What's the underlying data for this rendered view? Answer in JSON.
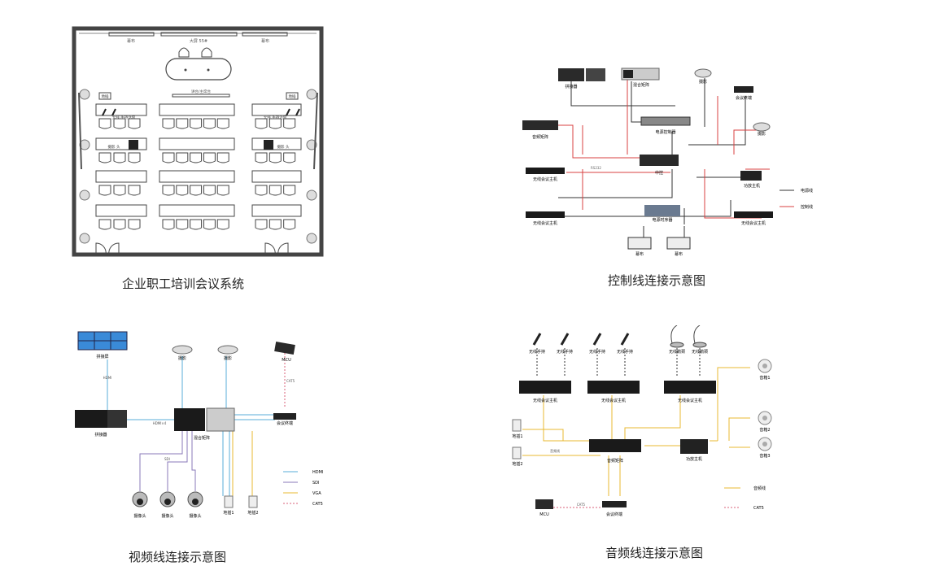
{
  "captions": {
    "floor_plan": "企业职工培训会议系统",
    "control": "控制线连接示意图",
    "video": "视频线连接示意图",
    "audio": "音频线连接示意图"
  },
  "floor_plan": {
    "curtain_left": "幕布",
    "curtain_right": "幕布",
    "big_screen": "大屏 55#",
    "podium": "讲台/主席台",
    "floor_box_left": "地插",
    "floor_box_right": "地插",
    "mic_left": "无线 手持话筒",
    "mic_right": "无线 手持话筒",
    "camera_left": "摄影 头",
    "camera_right": "摄影 头"
  },
  "control": {
    "splicer": "拼接器",
    "mixing_matrix": "混合矩阵",
    "camera_top": "摄影",
    "conference_terminal": "会议终端",
    "power_sequencer": "电源控制器",
    "audio_matrix": "音频矩阵",
    "camera_right": "摄影",
    "central_control": "中控",
    "wireless_host_a": "无线会议主机",
    "amplifier": "功放主机",
    "power_box": "电源时序器",
    "wireless_host_b": "无线会议主机",
    "wireless_host_c": "无线会议主机",
    "screen_left": "幕布",
    "screen_right": "幕布",
    "legend_power": "电源线",
    "legend_control": "控制线",
    "small_label": "RS232"
  },
  "video": {
    "video_wall": "拼接屏",
    "camera_a": "摄影",
    "camera_b": "摄影",
    "mcu": "MCU",
    "splicer": "拼接器",
    "mixing_matrix": "混合矩阵",
    "conference_terminal": "会议终端",
    "dome_a": "摄像头",
    "dome_b": "摄像头",
    "dome_c": "摄像头",
    "floor_a": "地插1",
    "floor_b": "地插2",
    "link_hdmi_out": "HDMI×4",
    "link_hdmi": "HDMI",
    "link_sdi": "SDI",
    "link_cat5": "CAT5",
    "legend_hdmi": "HDMI",
    "legend_sdi": "SDI",
    "legend_vga": "VGA",
    "legend_cat5": "CAT5"
  },
  "audio": {
    "mic_a": "无线手持",
    "mic_b": "无线手持",
    "mic_c": "无线手持",
    "mic_d": "无线手持",
    "gooseneck_a": "无线鹅颈",
    "gooseneck_b": "无线鹅颈",
    "host_a": "无线会议主机",
    "host_b": "无线会议主机",
    "host_c": "无线会议主机",
    "floor_a": "地插1",
    "floor_b": "地插2",
    "audio_matrix": "音频矩阵",
    "amplifier": "功放主机",
    "speaker_a": "音箱1",
    "speaker_b": "音箱2",
    "speaker_c": "音箱3",
    "mcu": "MCU",
    "conference_terminal": "会议终端",
    "link_audio": "音频线",
    "link_cat5": "CAT5",
    "legend_audio": "音频线",
    "legend_cat5": "CAT5"
  },
  "colors": {
    "wire": "#333333",
    "control": "#d94040",
    "hdmi": "#5aaed8",
    "sdi": "#8a7ab8",
    "vga": "#e8b830",
    "cat5": "#d9607a",
    "audio": "#e8b830",
    "device": "#2a2a2a",
    "panel": "#888888"
  },
  "icons": [
    "chair-icon",
    "table-icon",
    "microphone-icon",
    "speaker-icon",
    "camera-icon",
    "door-icon",
    "device-box-icon",
    "monitor-icon"
  ]
}
